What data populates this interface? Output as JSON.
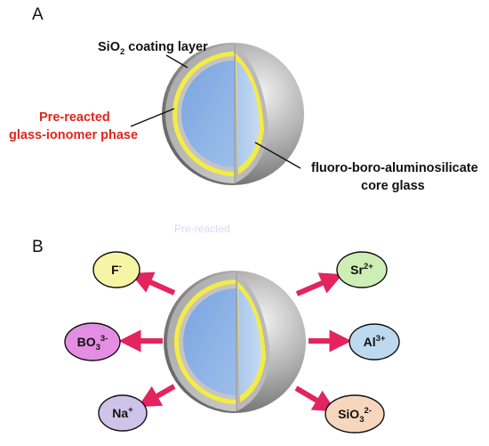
{
  "panel_a": {
    "letter": "A",
    "coating_label_pre": "SiO",
    "coating_label_sub": "2",
    "coating_label_post": " coating layer",
    "phase_label_line1": "Pre-reacted",
    "phase_label_line2": "glass-ionomer phase",
    "core_label_line1": "fluoro-boro-aluminosilicate",
    "core_label_line2": "core glass",
    "faint_text": "Pre-reacted"
  },
  "panel_b": {
    "letter": "B",
    "ions": [
      {
        "base": "F",
        "charge": "-",
        "color": "#f6f5a5"
      },
      {
        "base": "Sr",
        "charge": "2+",
        "color": "#cdeeb4"
      },
      {
        "base": "BO",
        "sub": "3",
        "charge": "3-",
        "color": "#e48ee3"
      },
      {
        "base": "Al",
        "charge": "3+",
        "color": "#bdd9ef"
      },
      {
        "base": "Na",
        "charge": "+",
        "color": "#cfc3ea"
      },
      {
        "base": "SiO",
        "sub": "3",
        "charge": "2-",
        "color": "#f6d7bd"
      }
    ]
  },
  "colors": {
    "shell_gray": "#9a9a9a",
    "yellow_layer": "#f3ec45",
    "core_blue": "#8cb3e6",
    "arrow_magenta": "#e3245e",
    "phase_label_red": "#e0261c"
  }
}
